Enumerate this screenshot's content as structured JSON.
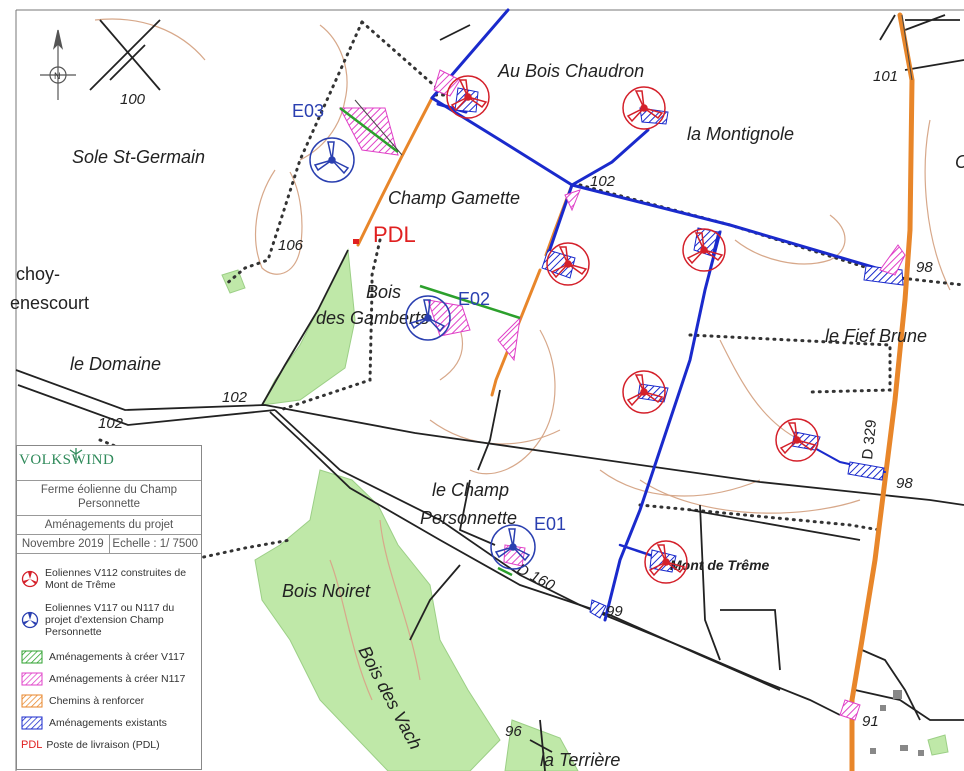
{
  "map": {
    "place_labels": {
      "au_bois_chaudron": "Au Bois Chaudron",
      "la_montignole": "la Montignole",
      "sole_st_germain": "Sole St-Germain",
      "champ_gamette": "Champ Gamette",
      "choy": "choy-",
      "nescourt": "enescourt",
      "bois": "Bois",
      "des_gamberts": "des Gamberts",
      "le_domaine": "le Domaine",
      "le_fief_brunet": "le Fief Brune",
      "le_champ": "le Champ",
      "personnette": "Personnette",
      "bois_noiret": "Bois Noiret",
      "bois_des_vach": "Bois des Vach",
      "mont_de_treme": "Mont de Trême",
      "la_terriere": "la Terrière",
      "d329": "D 329",
      "d160": "D 160",
      "edge_c": "C"
    },
    "elevations": [
      "100",
      "101",
      "106",
      "102",
      "102",
      "102",
      "98",
      "98",
      "99",
      "96",
      "91"
    ],
    "turbine_tags": [
      "E03",
      "E02",
      "E01"
    ],
    "pdl_label": "PDL",
    "compass_letter": "N",
    "colors": {
      "existing_turbine": "#d4202a",
      "new_turbine": "#2a3fb0",
      "v117_hatch": "#2ca02c",
      "n117_hatch": "#e040c8",
      "reinforce": "#e8862a",
      "existing_works": "#1a2acc",
      "woods": "#bfe8a8",
      "contour": "#d7a88a"
    }
  },
  "legend": {
    "logo": "VOLKSWIND",
    "project_title": "Ferme éolienne du Champ Personnette",
    "subtitle": "Aménagements du projet",
    "date": "Novembre 2019",
    "scale": "Echelle : 1/ 7500",
    "items": {
      "existing_turbines": "Eoliennes V112 construites de Mont de Trême",
      "new_turbines": "Eoliennes V117 ou N117 du projet d'extension Champ Personnette",
      "v117": "Aménagements à créer V117",
      "n117": "Aménagements à créer N117",
      "reinforce": "Chemins à renforcer",
      "existing": "Aménagements existants",
      "pdl_code": "PDL",
      "pdl": "Poste de livraison (PDL)"
    }
  }
}
